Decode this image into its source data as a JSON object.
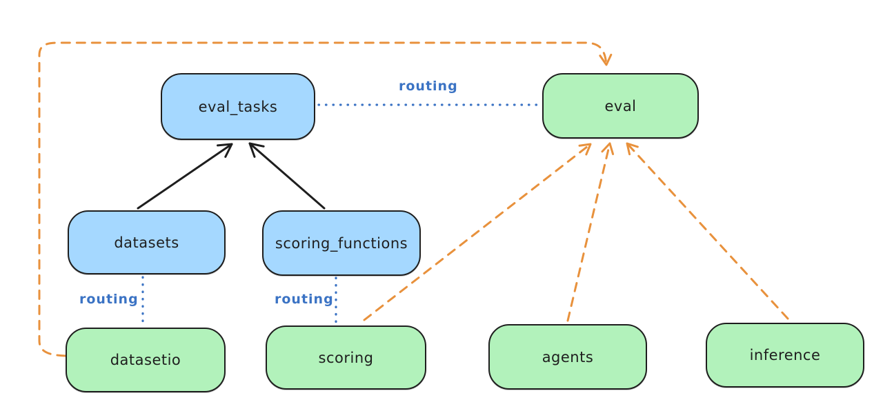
{
  "diagram": {
    "background": "#ffffff",
    "colors": {
      "api_box_fill": "#a5d8ff",
      "provider_box_fill": "#b2f2bb",
      "node_stroke": "#1e1e1e",
      "text": "#1e1e1e",
      "solid_arrow": "#1e1e1e",
      "routing_blue": "#3b73c4",
      "provider_arrow_orange": "#e8913c"
    },
    "nodes": [
      {
        "id": "eval_tasks",
        "label": "eval_tasks",
        "kind": "api"
      },
      {
        "id": "eval",
        "label": "eval",
        "kind": "provider"
      },
      {
        "id": "datasets",
        "label": "datasets",
        "kind": "api"
      },
      {
        "id": "scoring_functions",
        "label": "scoring_functions",
        "kind": "api"
      },
      {
        "id": "datasetio",
        "label": "datasetio",
        "kind": "provider"
      },
      {
        "id": "scoring",
        "label": "scoring",
        "kind": "provider"
      },
      {
        "id": "agents",
        "label": "agents",
        "kind": "provider"
      },
      {
        "id": "inference",
        "label": "inference",
        "kind": "provider"
      }
    ],
    "edges": [
      {
        "from": "datasets",
        "to": "eval_tasks",
        "style": "solid",
        "color": "black",
        "arrowhead": true
      },
      {
        "from": "scoring_functions",
        "to": "eval_tasks",
        "style": "solid",
        "color": "black",
        "arrowhead": true
      },
      {
        "from": "eval_tasks",
        "to": "eval",
        "style": "dotted",
        "color": "blue",
        "arrowhead": false,
        "label": "routing"
      },
      {
        "from": "datasets",
        "to": "datasetio",
        "style": "dotted",
        "color": "blue",
        "arrowhead": false,
        "label": "routing"
      },
      {
        "from": "scoring_functions",
        "to": "scoring",
        "style": "dotted",
        "color": "blue",
        "arrowhead": false,
        "label": "routing"
      },
      {
        "from": "datasetio",
        "to": "eval",
        "style": "dashed",
        "color": "orange",
        "arrowhead": true
      },
      {
        "from": "scoring",
        "to": "eval",
        "style": "dashed",
        "color": "orange",
        "arrowhead": true
      },
      {
        "from": "agents",
        "to": "eval",
        "style": "dashed",
        "color": "orange",
        "arrowhead": true
      },
      {
        "from": "inference",
        "to": "eval",
        "style": "dashed",
        "color": "orange",
        "arrowhead": true
      }
    ]
  }
}
